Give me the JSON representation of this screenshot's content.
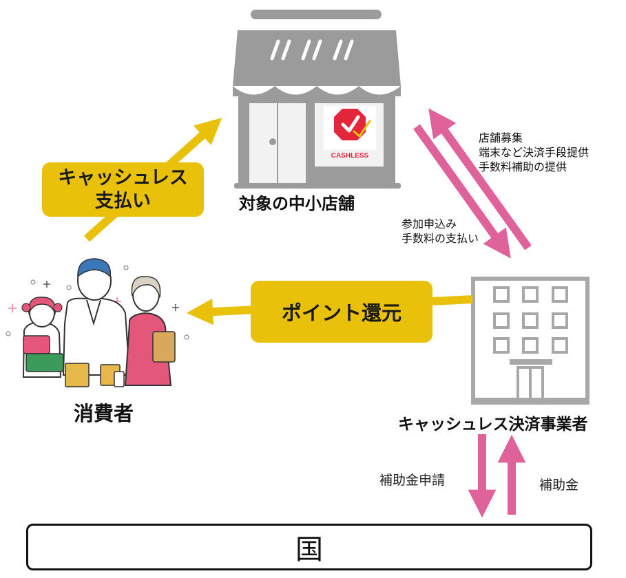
{
  "nodes": {
    "store": {
      "label": "対象の中小店舗",
      "logo_text": "CASHLESS"
    },
    "consumer": {
      "label": "消費者"
    },
    "provider": {
      "label": "キャッシュレス決済事業者"
    },
    "country": {
      "label": "国"
    }
  },
  "flows": {
    "cashless_payment": {
      "line1": "キャッシュレス",
      "line2": "支払い"
    },
    "point_return": {
      "label": "ポイント還元"
    },
    "provider_to_store": {
      "lines": [
        "店舗募集",
        "端末など決済手段提供",
        "手数料補助の提供"
      ]
    },
    "store_to_provider": {
      "lines": [
        "参加申込み",
        "手数料の支払い"
      ]
    },
    "subsidy_application": {
      "label": "補助金申請"
    },
    "subsidy": {
      "label": "補助金"
    }
  },
  "colors": {
    "yellow": "#e9c10a",
    "pink": "#e0629a",
    "gray_icon": "#9b9b9b",
    "logo_red": "#e3263a"
  }
}
